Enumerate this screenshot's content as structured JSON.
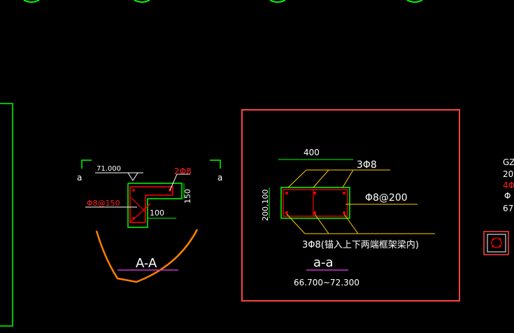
{
  "colors": {
    "background": "#000000",
    "green": "#00ff00",
    "red": "#ff0000",
    "white": "#ffffff",
    "orange": "#ff8000",
    "yellow": "#ffd200",
    "magenta": "#cc33cc",
    "frame_red": "#ff4444"
  },
  "section_a": {
    "elevation": "71.000",
    "rebar_top": "2Φ8",
    "rebar_stirrup": "Φ8@150",
    "dim_width": "100",
    "dim_height": "150",
    "title": "A-A",
    "mark_left": "a",
    "mark_right": "a"
  },
  "section_b": {
    "dim_width": "400",
    "dim_height": "200,100",
    "rebar_top": "3Φ8",
    "rebar_stirrup": "Φ8@200",
    "rebar_bottom": "3Φ8(锚入上下两端框架梁内)",
    "title": "a-a",
    "range": "66.700~72.300"
  },
  "column_note": {
    "line1": "GZ",
    "line2": "20",
    "line3": "4Φ",
    "line4": "Φ",
    "line5": "67"
  }
}
